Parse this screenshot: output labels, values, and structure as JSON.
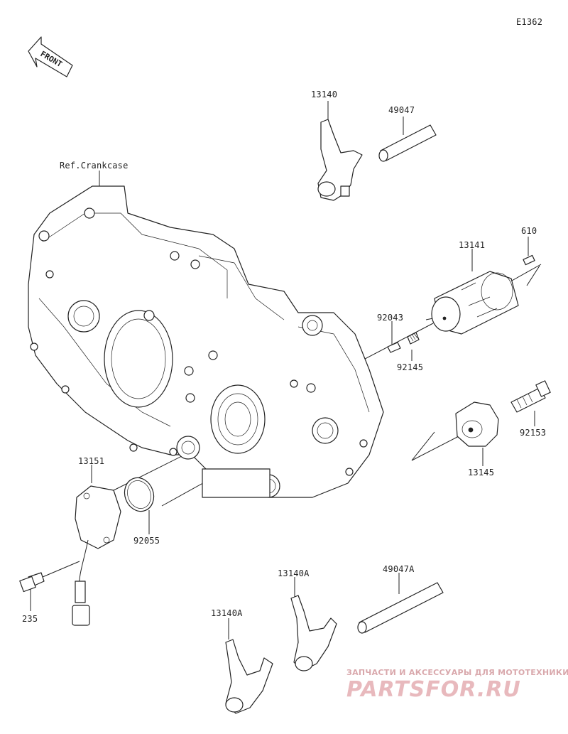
{
  "diagram_code": "E1362",
  "front_label": "FRONT",
  "labels": {
    "ref_crankcase": "Ref.Crankcase",
    "p13140": "13140",
    "p49047": "49047",
    "p610": "610",
    "p13141": "13141",
    "p92043": "92043",
    "p92145": "92145",
    "p92153": "92153",
    "p13145": "13145",
    "p13151": "13151",
    "p92055": "92055",
    "p235": "235",
    "p13140A_right": "13140A",
    "p49047A": "49047A",
    "p13140A_left": "13140A"
  },
  "watermark": {
    "tagline": "ЗАПЧАСТИ И АКСЕССУАРЫ ДЛЯ МОТОТЕХНИКИ",
    "logo": "PARTSFOR.RU"
  },
  "colors": {
    "line": "#222222",
    "watermark": "#e8b9bd"
  }
}
